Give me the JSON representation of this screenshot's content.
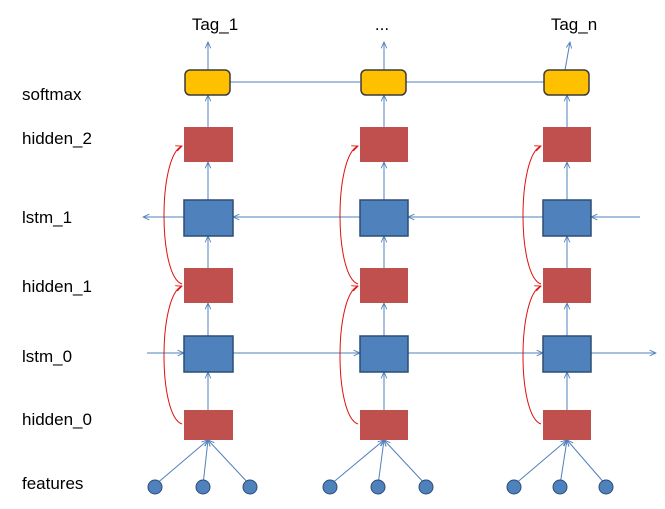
{
  "layer_labels": {
    "softmax": "softmax",
    "hidden_2": "hidden_2",
    "lstm_1": "lstm_1",
    "hidden_1": "hidden_1",
    "lstm_0": "lstm_0",
    "hidden_0": "hidden_0",
    "features": "features"
  },
  "output_labels": [
    "Tag_1",
    "...",
    "Tag_n"
  ],
  "colors": {
    "softmax_fill": "#FFC000",
    "softmax_stroke": "#3B3B3B",
    "hidden_fill": "#C0504D",
    "lstm_fill": "#4F81BD",
    "lstm_stroke": "#2C4D75",
    "feature_fill": "#4F81BD",
    "arrow": "#4F81BD",
    "skip_arrow": "#E01010"
  }
}
